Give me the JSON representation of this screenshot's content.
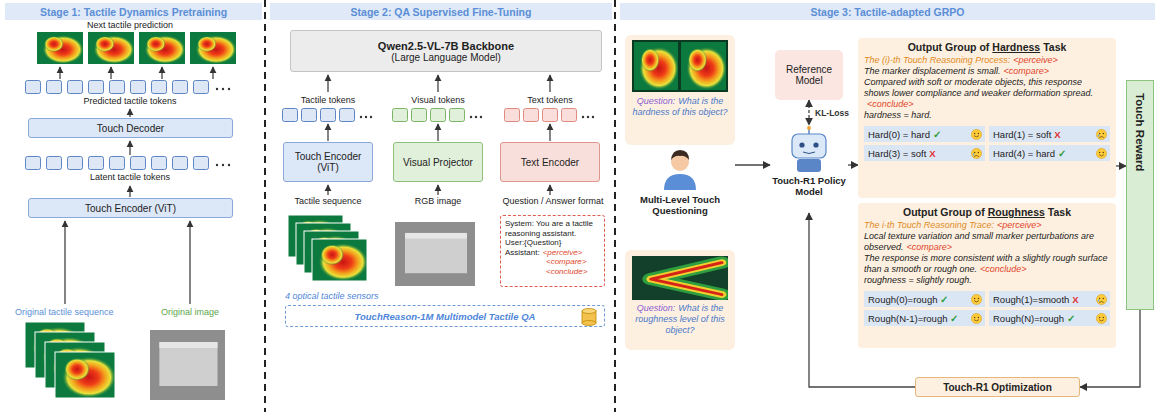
{
  "diagram": {
    "nodes": [
      {
        "text": [
          "Stage 1: Tactile Dynamics Pretraining"
        ]
      },
      {
        "text": [
          "Touch Decoder"
        ]
      },
      {
        "text": [
          "Touch Encoder (ViT)"
        ]
      },
      {
        "text": [
          "Stage 2: QA Supervised Fine-Tuning"
        ]
      },
      {
        "text": [
          "Qwen2.5-VL-7B Backbone",
          "(Large Language Model)"
        ]
      },
      {
        "text": [
          "Touch Encoder (ViT)"
        ]
      },
      {
        "text": [
          "Visual Projector"
        ]
      },
      {
        "text": [
          "Text Encoder"
        ]
      },
      {
        "text": [
          "System: You are a tactile reasoning assistant.",
          "User:{Question}",
          "Assistant:",
          "<perceive>",
          "<compare>",
          "<conclude>"
        ]
      },
      {
        "text": [
          "TouchReason-1M Multimodel Tactile QA"
        ]
      },
      {
        "text": [
          "Stage 3: Tactile-adapted GRPO"
        ]
      },
      {
        "text": [
          "Question:",
          "What is the hardness of this object?"
        ]
      },
      {
        "text": [
          "Multi-Level Touch Questioning"
        ]
      },
      {
        "text": [
          "Question:",
          "What is the roughness level of this object?"
        ]
      },
      {
        "text": [
          "Reference Model"
        ]
      },
      {
        "text": [
          "Touch-R1 Policy Model"
        ]
      },
      {
        "text": [
          "Output Group of",
          "Hardness",
          "Task",
          "The (i)-th Touch Reasoning Process:",
          "<perceive>",
          "The marker displacement is small.",
          "<compare>",
          "Compared with soft or moderate objects, this response shows lower compliance and weaker deformation spread.",
          "<conclude>",
          "hardness = hard."
        ]
      },
      {
        "text": [
          "Hard(0) = hard",
          "✓"
        ],
        "in": 16
      },
      {
        "text": [
          "Hard(1) = soft",
          "X"
        ],
        "in": 16
      },
      {
        "text": [
          "Hard(3) = soft",
          "X"
        ],
        "in": 16
      },
      {
        "text": [
          "Hard(4) = hard",
          "✓"
        ],
        "in": 16
      },
      {
        "text": [
          "Output Group of",
          "Roughness",
          "Task",
          "The i-th Touch Reasoning Trace:",
          "<perceive>",
          "Local texture variation and small marker perturbations are observed.",
          "<compare>",
          "The response is more consistent with a slightly rough surface than a smooth or rough one.",
          "<conclude>",
          "roughness = slightly rough."
        ]
      },
      {
        "text": [
          "Rough(0)=rough",
          "✓"
        ],
        "in": 21
      },
      {
        "text": [
          "Rough(1)=smooth",
          "X"
        ],
        "in": 21
      },
      {
        "text": [
          "Rough(N-1)=rough",
          "✓"
        ],
        "in": 21
      },
      {
        "text": [
          "Rough(N)=rough",
          "✓"
        ],
        "in": 21
      },
      {
        "text": [
          "Touch Reward"
        ]
      },
      {
        "text": [
          "Touch-R1 Optimization"
        ]
      }
    ],
    "edges": [
      {
        "from": 12,
        "to": 15,
        "arrow": "to"
      },
      {
        "from": 14,
        "to": 15,
        "label": "KL-Loss",
        "arrow": "both"
      },
      {
        "from": 15,
        "to": 16,
        "arrow": "to"
      },
      {
        "from": 16,
        "to": 26,
        "arrow": "to"
      },
      {
        "from": 26,
        "to": 27,
        "arrow": "to"
      },
      {
        "from": 27,
        "to": 15,
        "arrow": "to"
      }
    ],
    "labels": [
      "Next tactile prediction",
      "Predicted tactile tokens",
      "Latent tactile tokens",
      "Original tactile sequence",
      "Original image",
      "Tactile tokens",
      "Visual tokens",
      "Text tokens",
      "Tactile sequence",
      "RGB image",
      "Question / Answer format",
      "4 optical tactile sensors"
    ]
  }
}
